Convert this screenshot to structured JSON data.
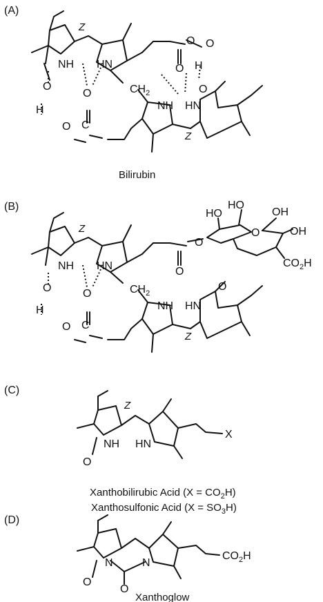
{
  "panels": [
    {
      "label": "(A)",
      "captions": [
        "Bilirubin"
      ]
    },
    {
      "label": "(B)",
      "captions": []
    },
    {
      "label": "(C)",
      "captions": [
        "Xanthobilirubic Acid (X = CO2H)",
        "Xanthosulfonic Acid (X = SO3H)"
      ]
    },
    {
      "label": "(D)",
      "captions": [
        "Xanthoglow"
      ]
    }
  ],
  "atoms": {
    "NH": "NH",
    "HN": "HN",
    "H": "H",
    "N": "N",
    "O": "O",
    "OH": "OH",
    "HO": "HO",
    "CH2": "CH2",
    "CO2H": "CO2H",
    "X": "X",
    "Z": "Z"
  }
}
